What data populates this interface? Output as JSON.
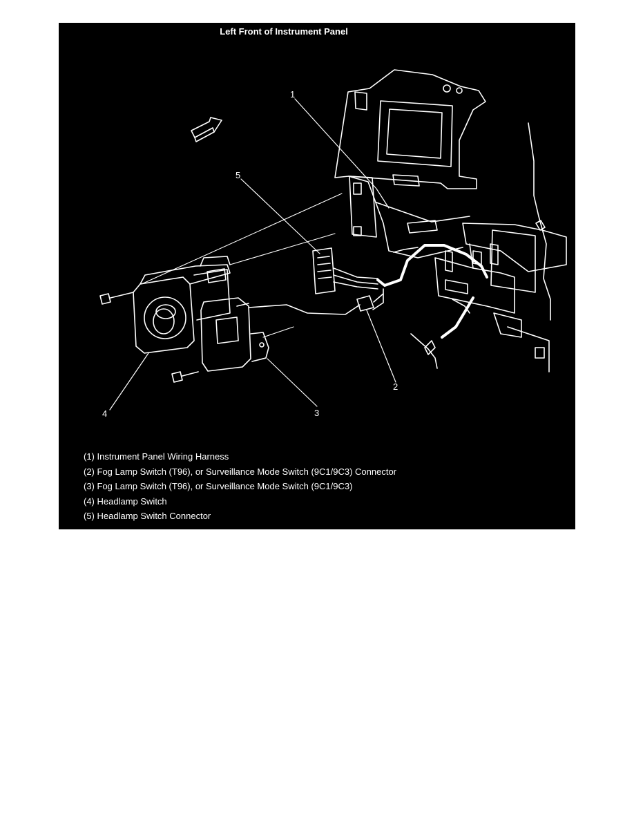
{
  "title": "Left Front of Instrument Panel",
  "callouts": [
    "1",
    "2",
    "3",
    "4",
    "5"
  ],
  "legend": [
    "(1) Instrument Panel Wiring Harness",
    "(2) Fog Lamp Switch (T96), or Surveillance Mode Switch (9C1/9C3) Connector",
    "(3) Fog Lamp Switch (T96), or Surveillance Mode Switch (9C1/9C3)",
    "(4) Headlamp Switch",
    "(5) Headlamp Switch Connector"
  ],
  "colors": {
    "background": "#000000",
    "line": "#ffffff"
  },
  "icons": [
    "forward-arrow-icon"
  ]
}
